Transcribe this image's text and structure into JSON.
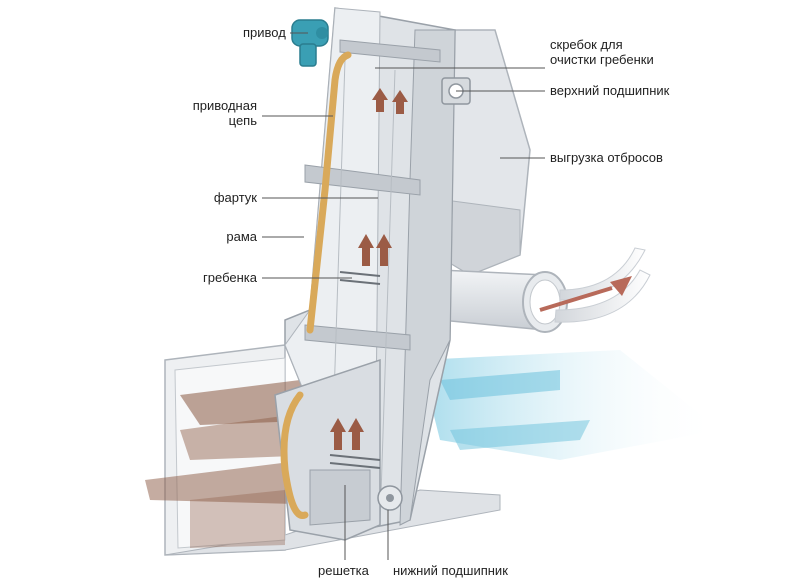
{
  "labels": {
    "drive": "привод",
    "drive_chain_line1": "приводная",
    "drive_chain_line2": "цепь",
    "apron": "фартук",
    "frame": "рама",
    "comb": "гребенка",
    "scraper_line1": "скребок для",
    "scraper_line2": "очистки гребенки",
    "upper_bearing": "верхний подшипник",
    "discharge": "выгрузка отбросов",
    "screen": "решетка",
    "lower_bearing": "нижний подшипник"
  },
  "colors": {
    "frame": "#d7dbe0",
    "frame_dark": "#aeb4bb",
    "motor": "#3a9fb4",
    "chain": "#d9a95a",
    "debris": "#8b5a43",
    "water": "#bfe6f1",
    "arrow_flow": "#b86a5a",
    "leader": "#555555"
  },
  "icons": [
    "motor-icon",
    "flow-arrow-icon",
    "bearing-icon"
  ]
}
